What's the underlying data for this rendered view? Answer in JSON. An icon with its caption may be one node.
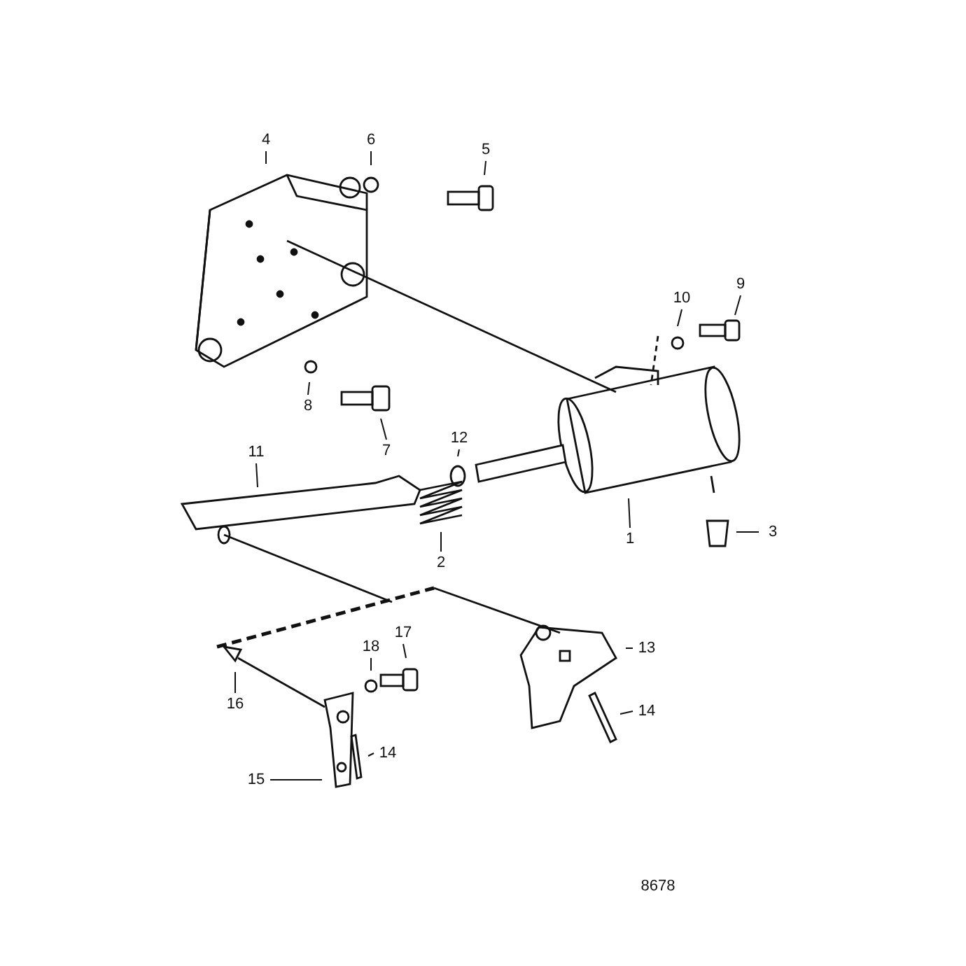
{
  "diagram": {
    "nodes": [
      {
        "text": [
          "4"
        ]
      },
      {
        "text": [
          "6"
        ]
      },
      {
        "text": [
          "5"
        ]
      },
      {
        "text": [
          "10"
        ]
      },
      {
        "text": [
          "9"
        ]
      },
      {
        "text": [
          "8"
        ]
      },
      {
        "text": [
          "7"
        ]
      },
      {
        "text": [
          "12"
        ]
      },
      {
        "text": [
          "11"
        ]
      },
      {
        "text": [
          "1"
        ]
      },
      {
        "text": [
          "2"
        ]
      },
      {
        "text": [
          "3"
        ]
      },
      {
        "text": [
          "13"
        ]
      },
      {
        "text": [
          "17"
        ]
      },
      {
        "text": [
          "18"
        ]
      },
      {
        "text": [
          "16"
        ]
      },
      {
        "text": [
          "14"
        ]
      },
      {
        "text": [
          "14"
        ]
      },
      {
        "text": [
          "15"
        ]
      }
    ],
    "edges": [
      {
        "from": 0,
        "to": null,
        "arrow": "none"
      },
      {
        "from": 1,
        "to": null,
        "arrow": "none"
      },
      {
        "from": 2,
        "to": null,
        "arrow": "none"
      },
      {
        "from": 3,
        "to": null,
        "arrow": "none"
      },
      {
        "from": 4,
        "to": null,
        "arrow": "none"
      },
      {
        "from": 5,
        "to": null,
        "arrow": "none"
      },
      {
        "from": 6,
        "to": null,
        "arrow": "none"
      },
      {
        "from": 7,
        "to": null,
        "arrow": "none"
      },
      {
        "from": 8,
        "to": null,
        "arrow": "none"
      },
      {
        "from": 9,
        "to": null,
        "arrow": "none"
      },
      {
        "from": 10,
        "to": null,
        "arrow": "none"
      },
      {
        "from": 11,
        "to": null,
        "arrow": "none"
      },
      {
        "from": 12,
        "to": null,
        "arrow": "none"
      },
      {
        "from": 13,
        "to": null,
        "arrow": "none"
      },
      {
        "from": 14,
        "to": null,
        "arrow": "none"
      },
      {
        "from": 15,
        "to": null,
        "arrow": "none"
      },
      {
        "from": 16,
        "to": null,
        "arrow": "none"
      },
      {
        "from": 17,
        "to": null,
        "arrow": "none"
      },
      {
        "from": 18,
        "to": null,
        "arrow": "none"
      }
    ],
    "labels": [
      "8678"
    ]
  }
}
